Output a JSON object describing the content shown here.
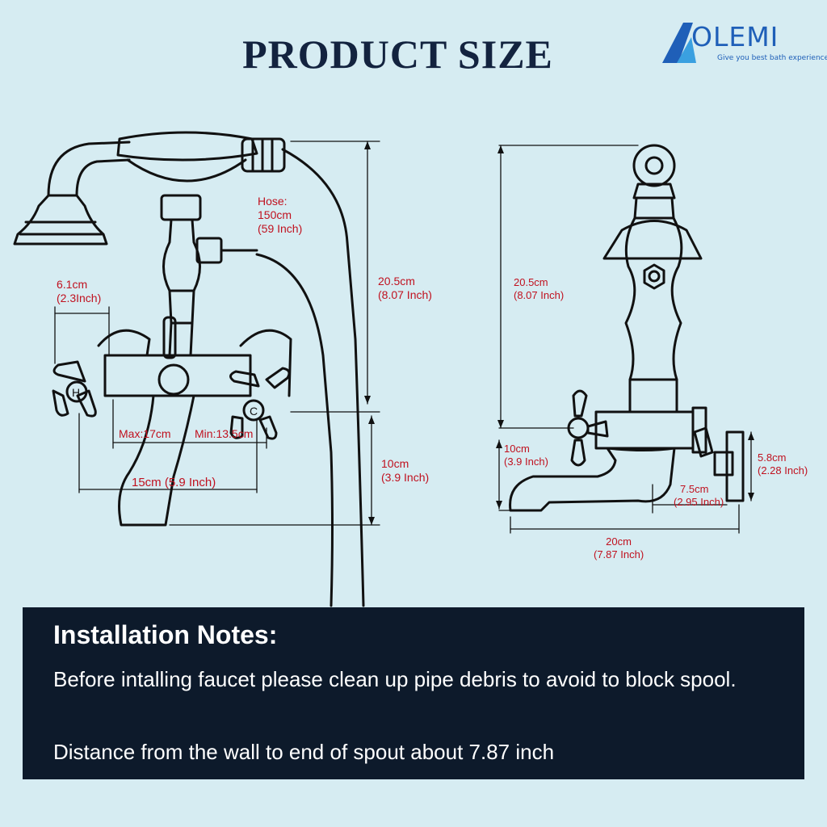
{
  "header": {
    "title": "PRODUCT SIZE"
  },
  "brand": {
    "name": "OLEMI",
    "tagline": "Give you best bath experience",
    "color": "#1f5fb8"
  },
  "front_view": {
    "hose_label": [
      "Hose:",
      "150cm",
      "(59 Inch)"
    ],
    "handle_width": [
      "6.1cm",
      "(2.3Inch)"
    ],
    "height": [
      "20.5cm",
      "(8.07 Inch)"
    ],
    "max_spread": "Max:17cm",
    "min_spread": "Min:13.5cm",
    "spout_height": [
      "10cm",
      "(3.9 Inch)"
    ],
    "width": "15cm (5.9 Inch)",
    "handle_hot": "H",
    "handle_cold": "C"
  },
  "side_view": {
    "height": [
      "20.5cm",
      "(8.07 Inch)"
    ],
    "spout_height": [
      "10cm",
      "(3.9 Inch)"
    ],
    "flange": [
      "5.8cm",
      "(2.28 Inch)"
    ],
    "wall_offset": [
      "7.5cm",
      "(2.95 Inch)"
    ],
    "depth": [
      "20cm",
      "(7.87 Inch)"
    ]
  },
  "notes": {
    "heading": "Installation Notes:",
    "line1": "Before intalling faucet please clean up pipe debris to avoid to block spool.",
    "line2": "Distance from the wall to end of spout about 7.87 inch"
  },
  "colors": {
    "background": "#d6ecf2",
    "label": "#c0111f",
    "ink": "#111111",
    "panel": "#0d1a2b"
  }
}
